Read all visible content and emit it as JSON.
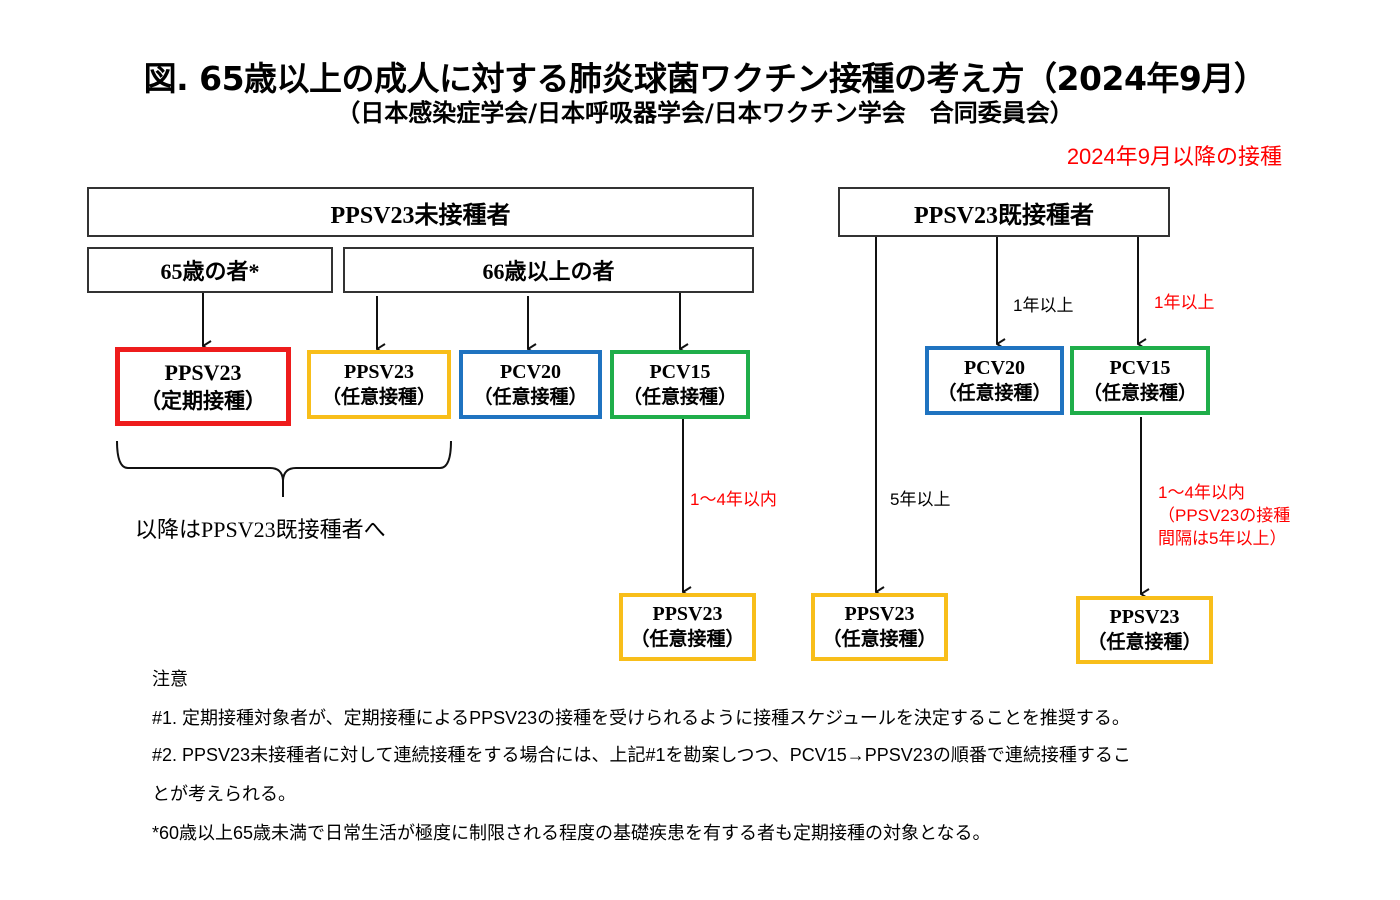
{
  "title": "図. 65歳以上の成人に対する肺炎球菌ワクチン接種の考え方（2024年9月）",
  "subtitle": "（日本感染症学会/日本呼吸器学会/日本ワクチン学会　合同委員会）",
  "red_header": "2024年9月以降の接種",
  "colors": {
    "red": "#ee1c1c",
    "yellow": "#f8be1a",
    "blue": "#1f73c0",
    "green": "#1fae4a",
    "label_red": "#ff0000"
  },
  "unvaccinated": {
    "header": "PPSV23未接種者",
    "group_65": "65歳の者*",
    "group_66": "66歳以上の者",
    "boxes": [
      {
        "name": "PPSV23",
        "type": "（定期接種）",
        "color": "red"
      },
      {
        "name": "PPSV23",
        "type": "（任意接種）",
        "color": "yellow"
      },
      {
        "name": "PCV20",
        "type": "（任意接種）",
        "color": "blue"
      },
      {
        "name": "PCV15",
        "type": "（任意接種）",
        "color": "green"
      }
    ],
    "brace_label": "以降はPPSV23既接種者へ",
    "pcv15_interval": "1～4年以内",
    "followup": {
      "name": "PPSV23",
      "type": "（任意接種）",
      "color": "yellow"
    }
  },
  "vaccinated": {
    "header": "PPSV23既接種者",
    "interval_pcv20": "1年以上",
    "interval_pcv15": "1年以上",
    "interval_ppsv23": "5年以上",
    "boxes": [
      {
        "name": "PCV20",
        "type": "（任意接種）",
        "color": "blue"
      },
      {
        "name": "PCV15",
        "type": "（任意接種）",
        "color": "green"
      }
    ],
    "pcv15_interval_lines": [
      "1～4年以内",
      "（PPSV23の接種",
      "間隔は5年以上）"
    ],
    "followup_direct": {
      "name": "PPSV23",
      "type": "（任意接種）",
      "color": "yellow"
    },
    "followup_after_pcv15": {
      "name": "PPSV23",
      "type": "（任意接種）",
      "color": "yellow"
    }
  },
  "notes": {
    "heading": "注意",
    "items": [
      "#1. 定期接種対象者が、定期接種によるPPSV23の接種を受けられるように接種スケジュールを決定することを推奨する。",
      "#2. PPSV23未接種者に対して連続接種をする場合には、上記#1を勘案しつつ、PCV15→PPSV23の順番で連続接種するこ",
      "とが考えられる。",
      "*60歳以上65歳未満で日常生活が極度に制限される程度の基礎疾患を有する者も定期接種の対象となる。"
    ]
  }
}
